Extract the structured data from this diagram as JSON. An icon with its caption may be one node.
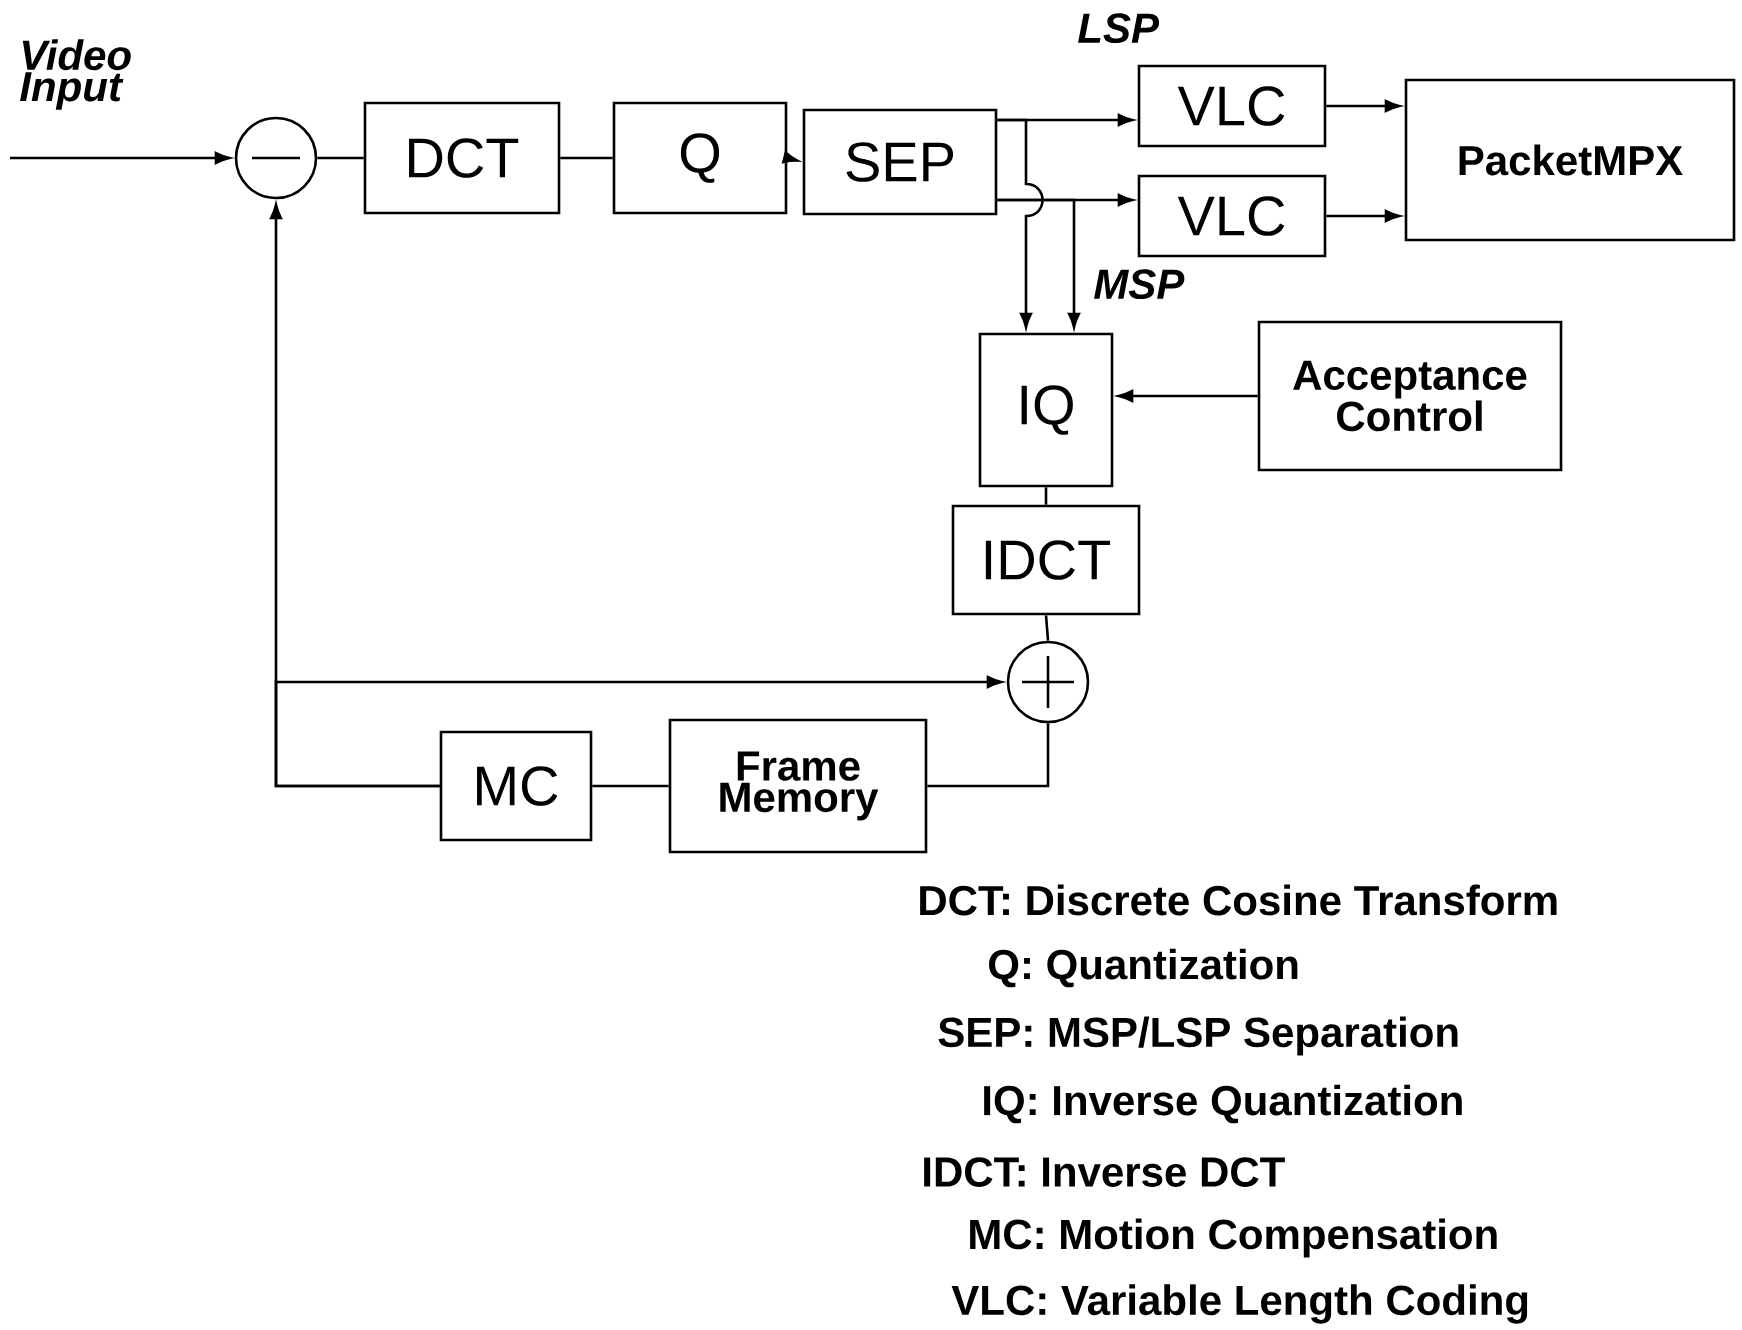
{
  "diagram": {
    "nodes": [
      {
        "text": [],
        "shape": "circle"
      },
      {
        "text": [
          "DCT"
        ]
      },
      {
        "text": [
          "Q"
        ]
      },
      {
        "text": [
          "SEP"
        ]
      },
      {
        "text": [
          "VLC"
        ]
      },
      {
        "text": [
          "VLC"
        ]
      },
      {
        "text": [
          "PacketMPX"
        ]
      },
      {
        "text": [
          "IQ"
        ]
      },
      {
        "text": [
          "Acceptance Control"
        ]
      },
      {
        "text": [
          "IDCT"
        ]
      },
      {
        "text": [],
        "shape": "circle"
      },
      {
        "text": [
          "MC"
        ]
      },
      {
        "text": [
          "Frame Memory"
        ]
      }
    ],
    "edges": [
      {
        "from": null,
        "to": 0,
        "arrow": "to",
        "label": "Video Input"
      },
      {
        "from": 0,
        "to": 1,
        "arrow": "none"
      },
      {
        "from": 1,
        "to": 2,
        "arrow": "none"
      },
      {
        "from": 2,
        "to": 3,
        "arrow": "to"
      },
      {
        "from": 3,
        "to": 4,
        "arrow": "to",
        "label": "LSP"
      },
      {
        "from": 3,
        "to": 5,
        "arrow": "to"
      },
      {
        "from": 3,
        "to": 7,
        "arrow": "to"
      },
      {
        "from": 3,
        "to": 7,
        "arrow": "to",
        "label": "MSP"
      },
      {
        "from": 4,
        "to": 6,
        "arrow": "to"
      },
      {
        "from": 5,
        "to": 6,
        "arrow": "to"
      },
      {
        "from": 8,
        "to": 7,
        "arrow": "to"
      },
      {
        "from": 7,
        "to": 9,
        "arrow": "none"
      },
      {
        "from": 9,
        "to": 10,
        "arrow": "none"
      },
      {
        "from": 10,
        "to": 12,
        "arrow": "none"
      },
      {
        "from": 12,
        "to": 11,
        "arrow": "none"
      },
      {
        "from": 11,
        "to": 0,
        "arrow": "to"
      },
      {
        "from": 11,
        "to": 10,
        "arrow": "to"
      }
    ],
    "labels": [
      "DCT: Discrete Cosine Transform",
      "Q: Quantization",
      "SEP: MSP/LSP Separation",
      "IQ: Inverse Quantization",
      "IDCT: Inverse DCT",
      "MC: Motion Compensation",
      "VLC: Variable Length Coding"
    ]
  }
}
